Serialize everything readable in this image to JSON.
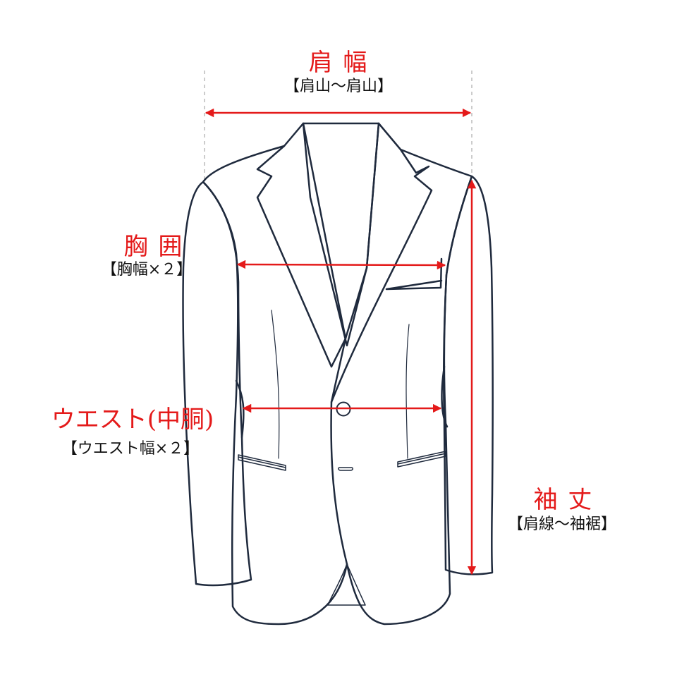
{
  "colors": {
    "accent": "#e41a1a",
    "outline": "#1f2a3d",
    "guide": "#bbbbbb",
    "background": "#ffffff"
  },
  "measurements": {
    "shoulder": {
      "title": "肩 幅",
      "sub": "【肩山～肩山】"
    },
    "chest": {
      "title": "胸 囲",
      "sub": "【胸幅×２】"
    },
    "waist": {
      "title": "ウエスト(中胴)",
      "sub": "【ウエスト幅×２】"
    },
    "sleeve": {
      "title": "袖 丈",
      "sub": "【肩線～袖裾】"
    }
  }
}
